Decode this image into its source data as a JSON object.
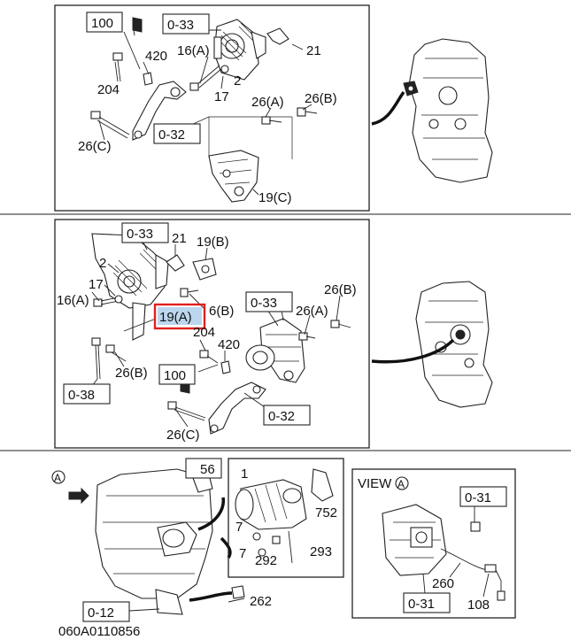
{
  "panel_top": {
    "refs": {
      "r100": "100",
      "r033": "0-33",
      "r032": "0-32"
    },
    "labels": {
      "l420": "420",
      "l204": "204",
      "l16a": "16(A)",
      "l17": "17",
      "l2": "2",
      "l21": "21",
      "l26a": "26(A)",
      "l26b": "26(B)",
      "l26c": "26(C)",
      "l19c": "19(C)"
    }
  },
  "panel_middle": {
    "refs": {
      "r033a": "0-33",
      "r033b": "0-33",
      "r038": "0-38",
      "r100": "100",
      "r032": "0-32"
    },
    "labels": {
      "l21": "21",
      "l19b": "19(B)",
      "l2": "2",
      "l17": "17",
      "l16a": "16(A)",
      "l6b": "6(B)",
      "l204": "204",
      "l420": "420",
      "l26b_left": "26(B)",
      "l26a": "26(A)",
      "l26b_right": "26(B)",
      "l26c": "26(C)"
    },
    "highlighted_label": "19(A)",
    "highlight_color": "#e02020"
  },
  "panel_bottom": {
    "view_marker": "A",
    "labels": {
      "l56": "56",
      "l1": "1",
      "l752": "752",
      "l7a": "7",
      "l7b": "7",
      "l292": "292",
      "l293": "293",
      "l262": "262"
    },
    "refs": {
      "r012": "0-12"
    },
    "view": {
      "title": "VIEW",
      "marker": "A",
      "refs": {
        "r031a": "0-31",
        "r031b": "0-31"
      },
      "labels": {
        "l260": "260",
        "l108": "108"
      }
    }
  },
  "figure_id": "060A0110856"
}
